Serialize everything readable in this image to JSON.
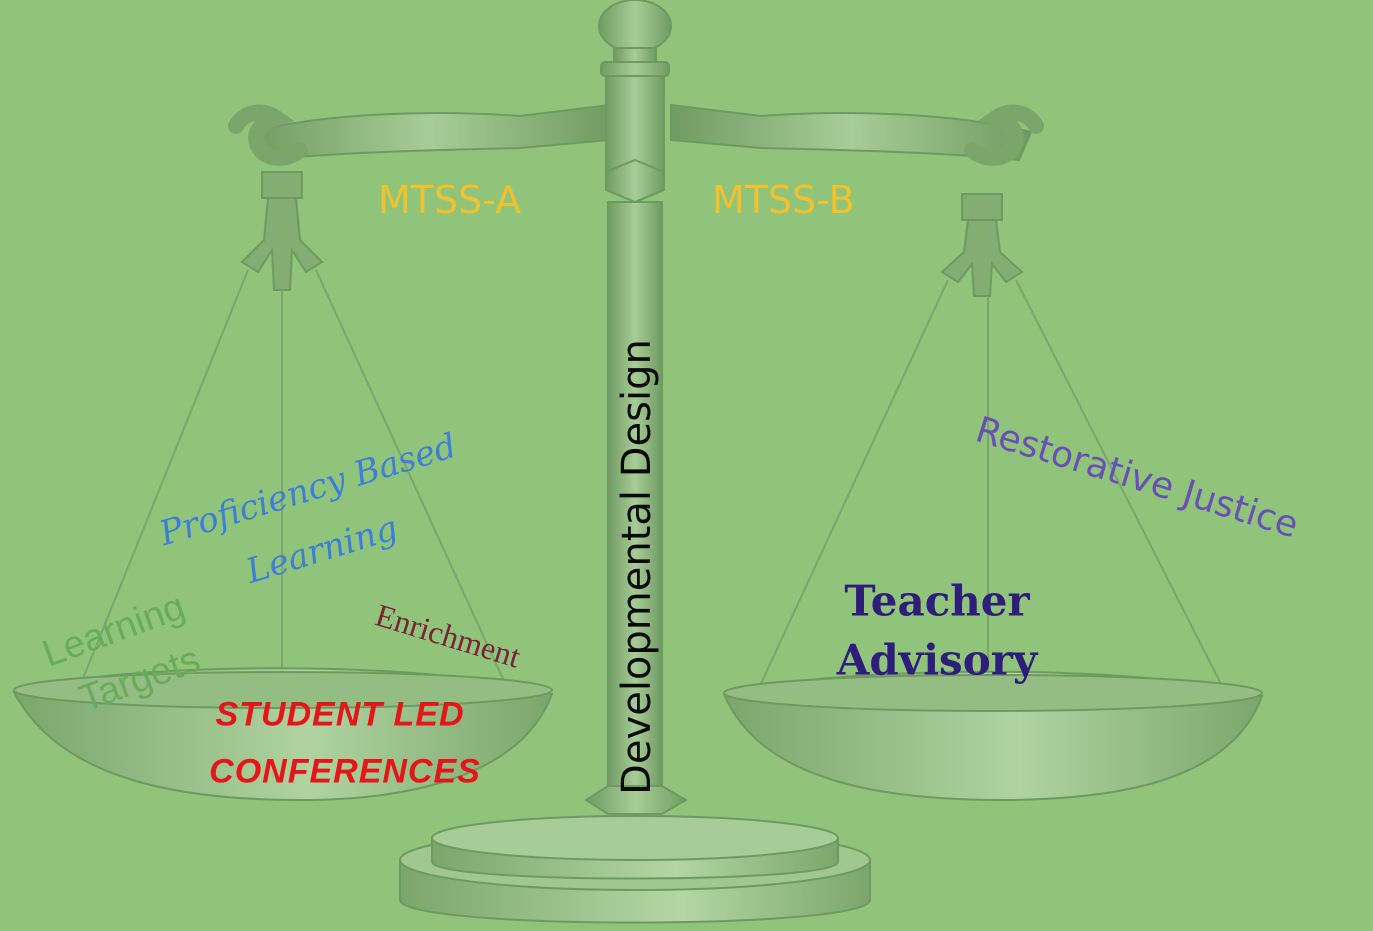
{
  "colors": {
    "background": "#8fc47a",
    "scale": "#7faa6f",
    "mtss": "#f2c12e",
    "proficiency": "#3d7fd6",
    "learning_targets": "#6aac5c",
    "enrichment": "#7a2238",
    "student_led": "#e3171a",
    "restorative": "#6a4fb6",
    "advisory": "#2e1d7a"
  },
  "labels": {
    "mtss_a": "MTSS-A",
    "mtss_b": "MTSS-B",
    "pillar": "Developmental Design",
    "proficiency_line1": "Proficiency Based",
    "proficiency_line2": "Learning",
    "targets_line1": "Learning",
    "targets_line2": "Targets",
    "enrichment": "Enrichment",
    "student_led_line1": "Student Led",
    "student_led_line2": "Conferences",
    "restorative": "Restorative Justice",
    "advisory_line1": "Teacher",
    "advisory_line2": "Advisory"
  }
}
